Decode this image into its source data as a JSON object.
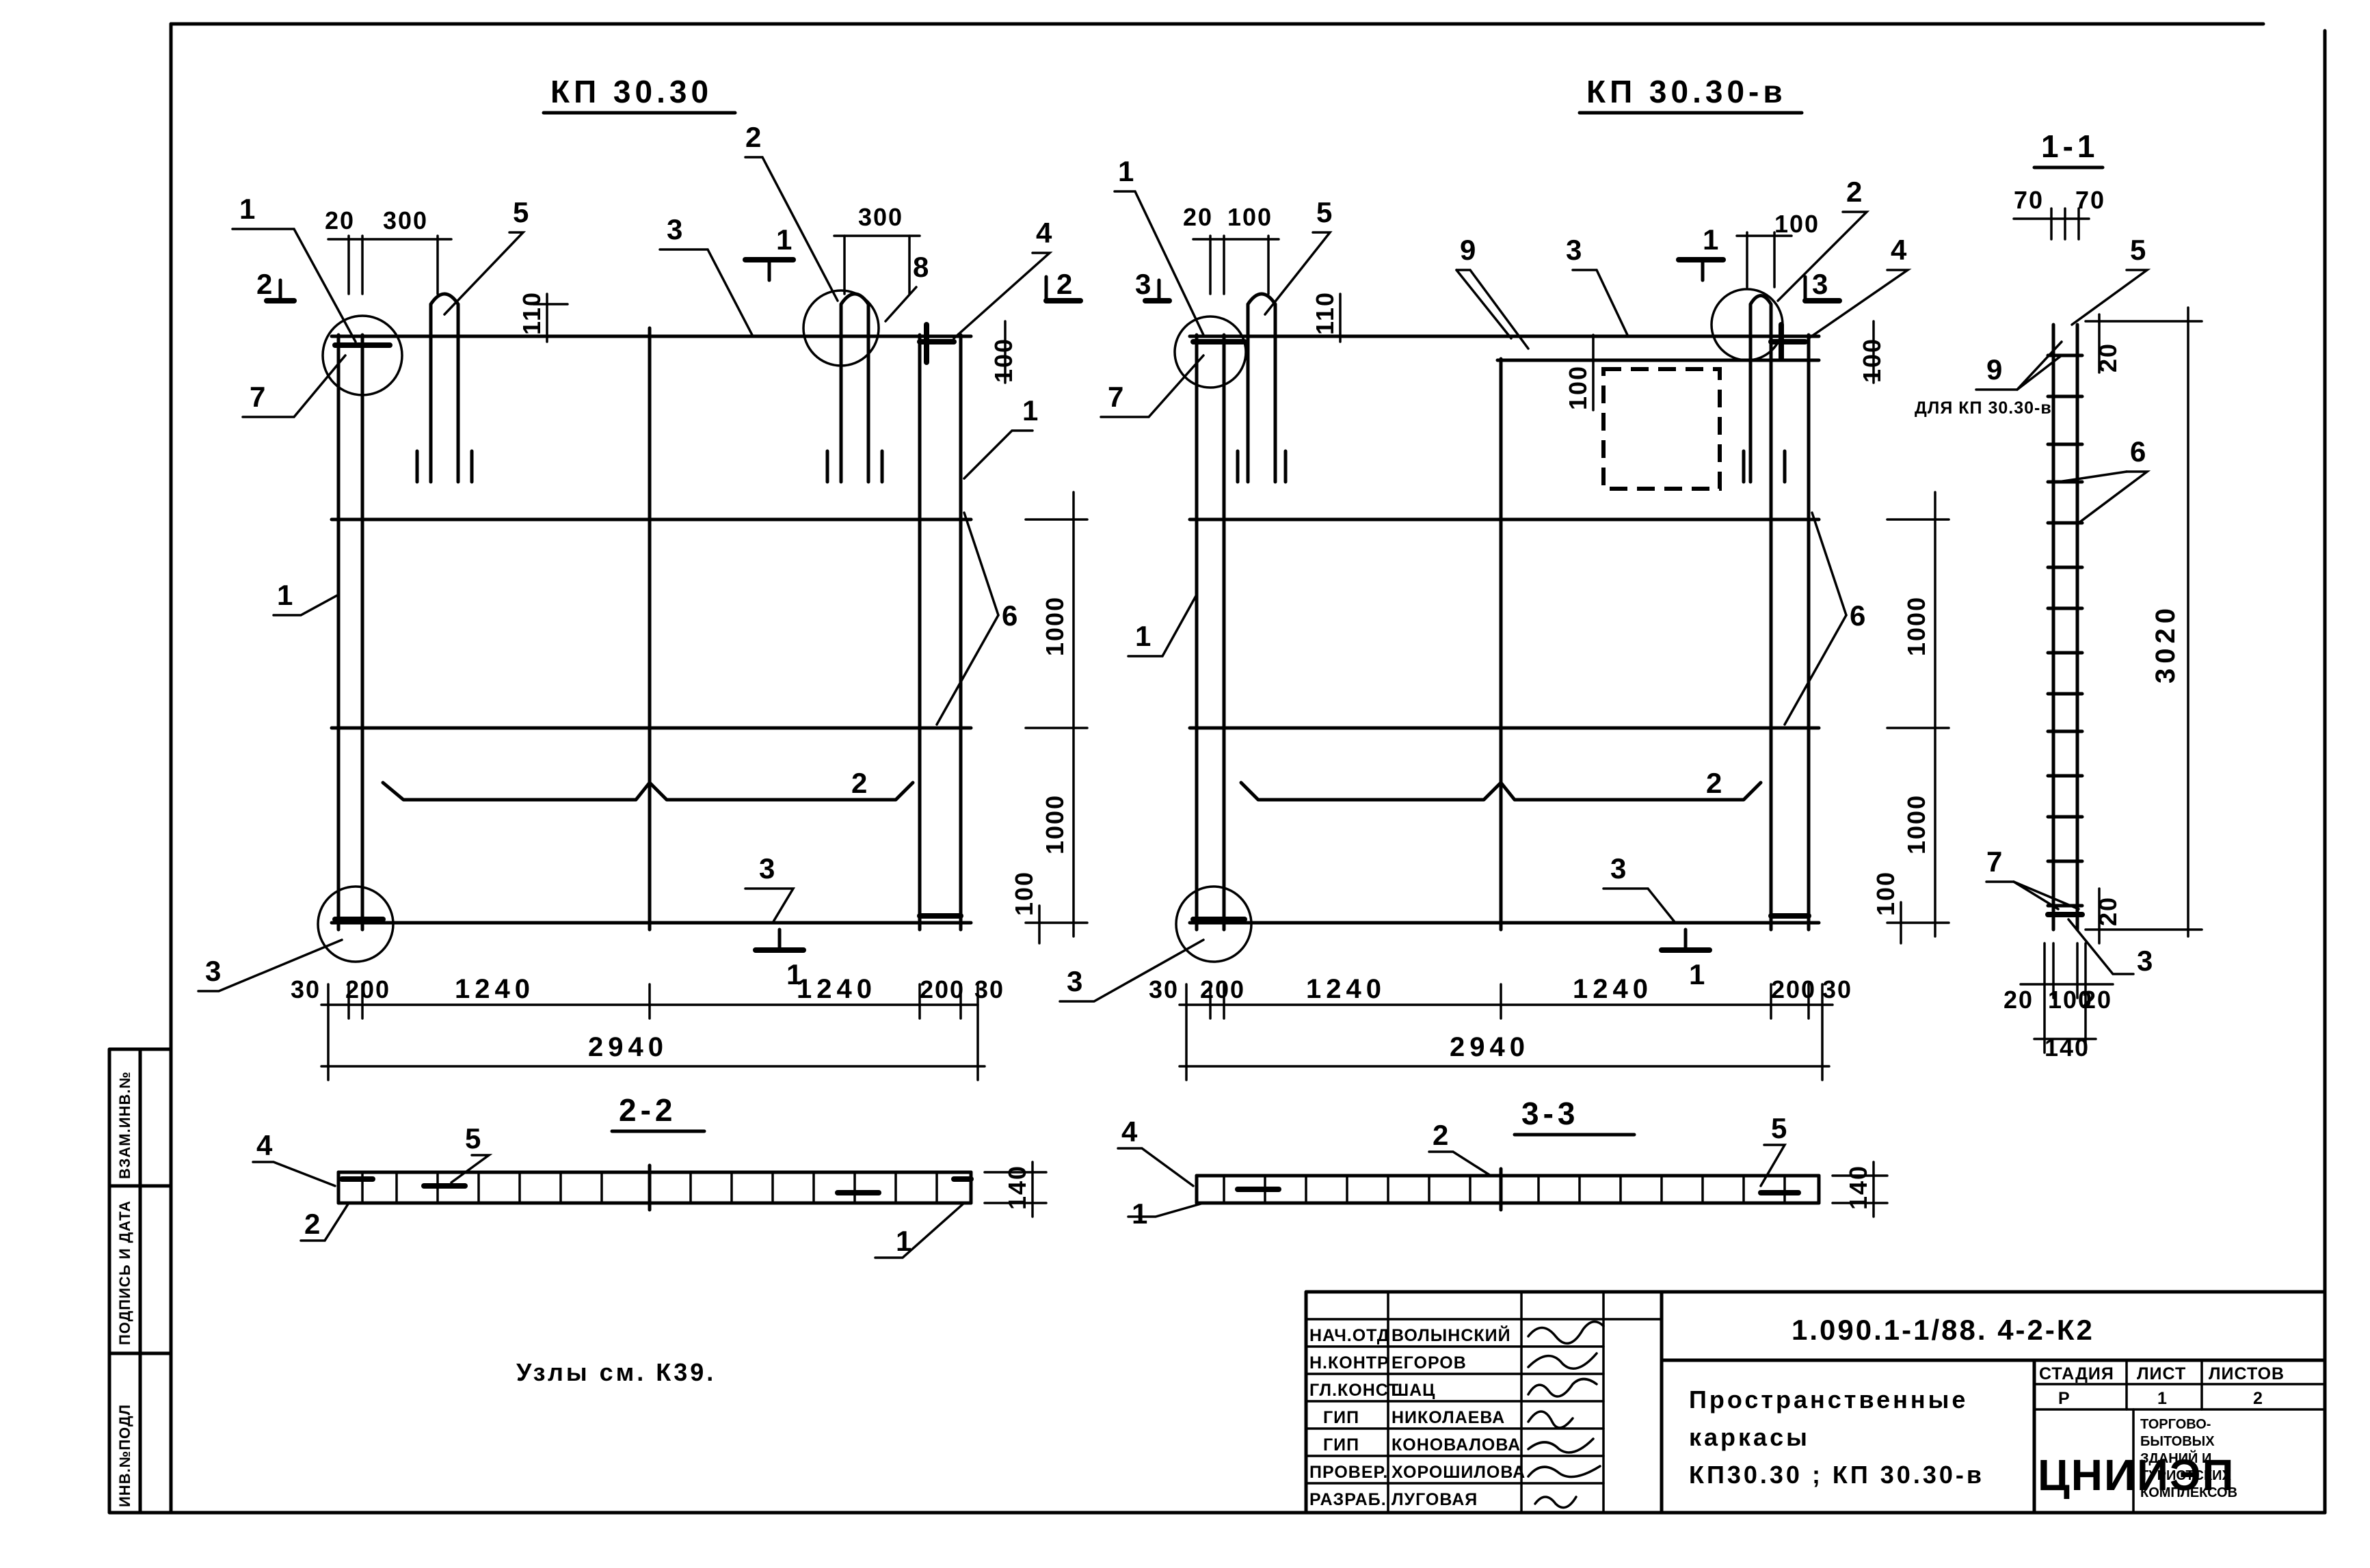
{
  "views": {
    "left_title": "КП 30.30",
    "right_title": "КП 30.30-в",
    "section_1": "1-1",
    "section_2": "2-2",
    "section_3": "3-3"
  },
  "callouts": {
    "n1": "1",
    "n2": "2",
    "n3": "3",
    "n4": "4",
    "n5": "5",
    "n6": "6",
    "n7": "7",
    "n8": "8",
    "n9": "9",
    "sec1": "1",
    "sec2": "2",
    "sec3": "3"
  },
  "dims": {
    "d20": "20",
    "d300": "300",
    "d110": "110",
    "d100": "100",
    "d1000": "1000",
    "d30": "30",
    "d200": "200",
    "d1240": "1240",
    "d2940": "2940",
    "d140": "140",
    "d3020": "3020",
    "d70": "70"
  },
  "section_note": "ДЛЯ КП 30.30-в",
  "note": "Узлы см. К39.",
  "title_block": {
    "doc_code": "1.090.1-1/88. 4-2-К2",
    "name_line1": "Пространственные",
    "name_line2": "каркасы",
    "name_line3": "КП30.30 ; КП 30.30-в",
    "stage_label": "СТАДИЯ",
    "sheet_label": "ЛИСТ",
    "sheets_label": "ЛИСТОВ",
    "stage": "Р",
    "sheet": "1",
    "sheets": "2",
    "org": "ЦНИИЭП",
    "org_sub1": "ТОРГОВО-",
    "org_sub2": "БЫТОВЫХ",
    "org_sub3": "ЗДАНИЙ И",
    "org_sub4": "ТУРИСТСКИХ",
    "org_sub5": "КОМПЛЕКСОВ",
    "roles": [
      {
        "role": "НАЧ.ОТД",
        "name": "ВОЛЫНСКИЙ"
      },
      {
        "role": "Н.КОНТР",
        "name": "ЕГОРОВ"
      },
      {
        "role": "ГЛ.КОНСТ",
        "name": "ШАЦ"
      },
      {
        "role": "ГИП",
        "name": "НИКОЛАЕВА"
      },
      {
        "role": "ГИП",
        "name": "КОНОВАЛОВА"
      },
      {
        "role": "ПРОВЕР.",
        "name": "ХОРОШИЛОВА"
      },
      {
        "role": "РАЗРАБ.",
        "name": "ЛУГОВАЯ"
      }
    ]
  },
  "side_stamp": {
    "inv_podl": "ИНВ.№ПОДЛ",
    "podpis": "ПОДПИСЬ И ДАТА",
    "vzam": "ВЗАМ.ИНВ.№"
  }
}
